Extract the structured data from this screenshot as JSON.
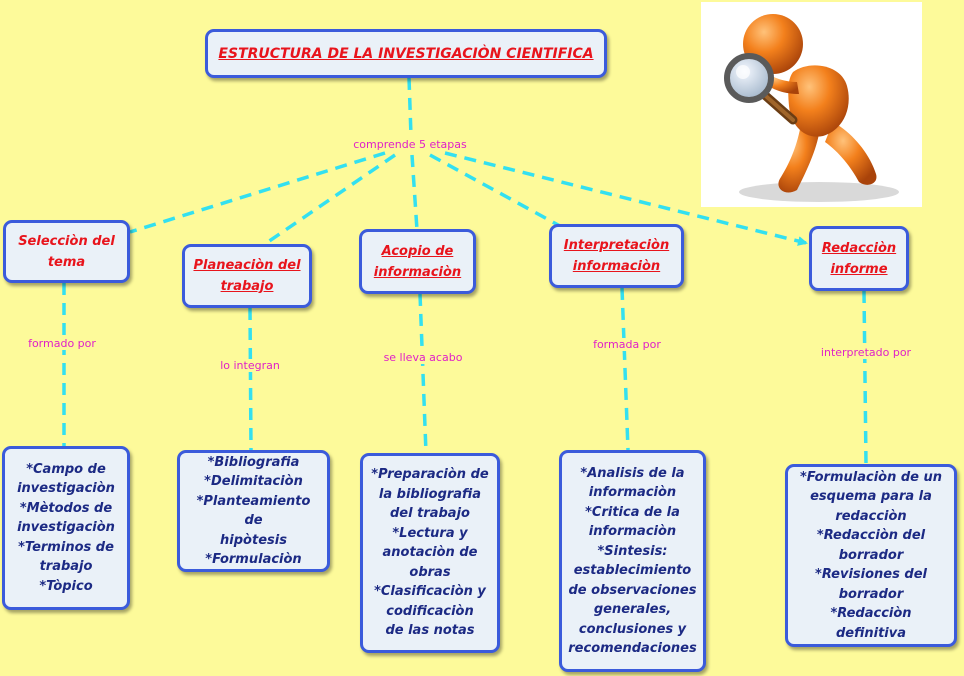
{
  "title": "ESTRUCTURA DE LA INVESTIGACIÒN CIENTIFICA",
  "root_link_label": "comprende 5 etapas",
  "stages": [
    {
      "label": "Selecciòn del tema",
      "link_label": "formado por",
      "details": "*Campo de\ninvestigaciòn\n*Mètodos de\ninvestigaciòn\n*Terminos de\ntrabajo\n*Tòpico"
    },
    {
      "label": "Planeaciòn del trabajo",
      "link_label": "lo integran",
      "details": "*Bibliografia\n*Delimitaciòn\n*Planteamiento de\nhipòtesis\n*Formulaciòn"
    },
    {
      "label": "Acopio de informaciòn",
      "link_label": "se lleva acabo",
      "details": "*Preparaciòn de\nla bibliografia\ndel trabajo\n*Lectura y\nanotaciòn de\nobras\n*Clasificaciòn y\ncodificaciòn\nde las notas"
    },
    {
      "label": "Interpretaciòn informaciòn",
      "link_label": "formada por",
      "details": "*Analisis de la\ninformaciòn\n*Critica de la\ninformaciòn\n*Sintesis:\nestablecimiento\nde observaciones\ngenerales,\nconclusiones y\nrecomendaciones"
    },
    {
      "label": "Redacciòn informe",
      "link_label": "interpretado por",
      "details": "*Formulaciòn de un\nesquema para la\nredacciòn\n*Redacciòn del\nborrador\n*Revisiones del\nborrador\n*Redacciòn definitiva"
    }
  ],
  "colors": {
    "background": "#fdfa9a",
    "box_border": "#3b5bdb",
    "box_fill": "#eaf1f8",
    "connector": "#33e0f0",
    "stage_text": "#e8141c",
    "detail_text": "#1c2a84",
    "link_text": "#e020c8"
  },
  "illustration": {
    "icon": "detective-magnifying-glass-figure-icon"
  }
}
